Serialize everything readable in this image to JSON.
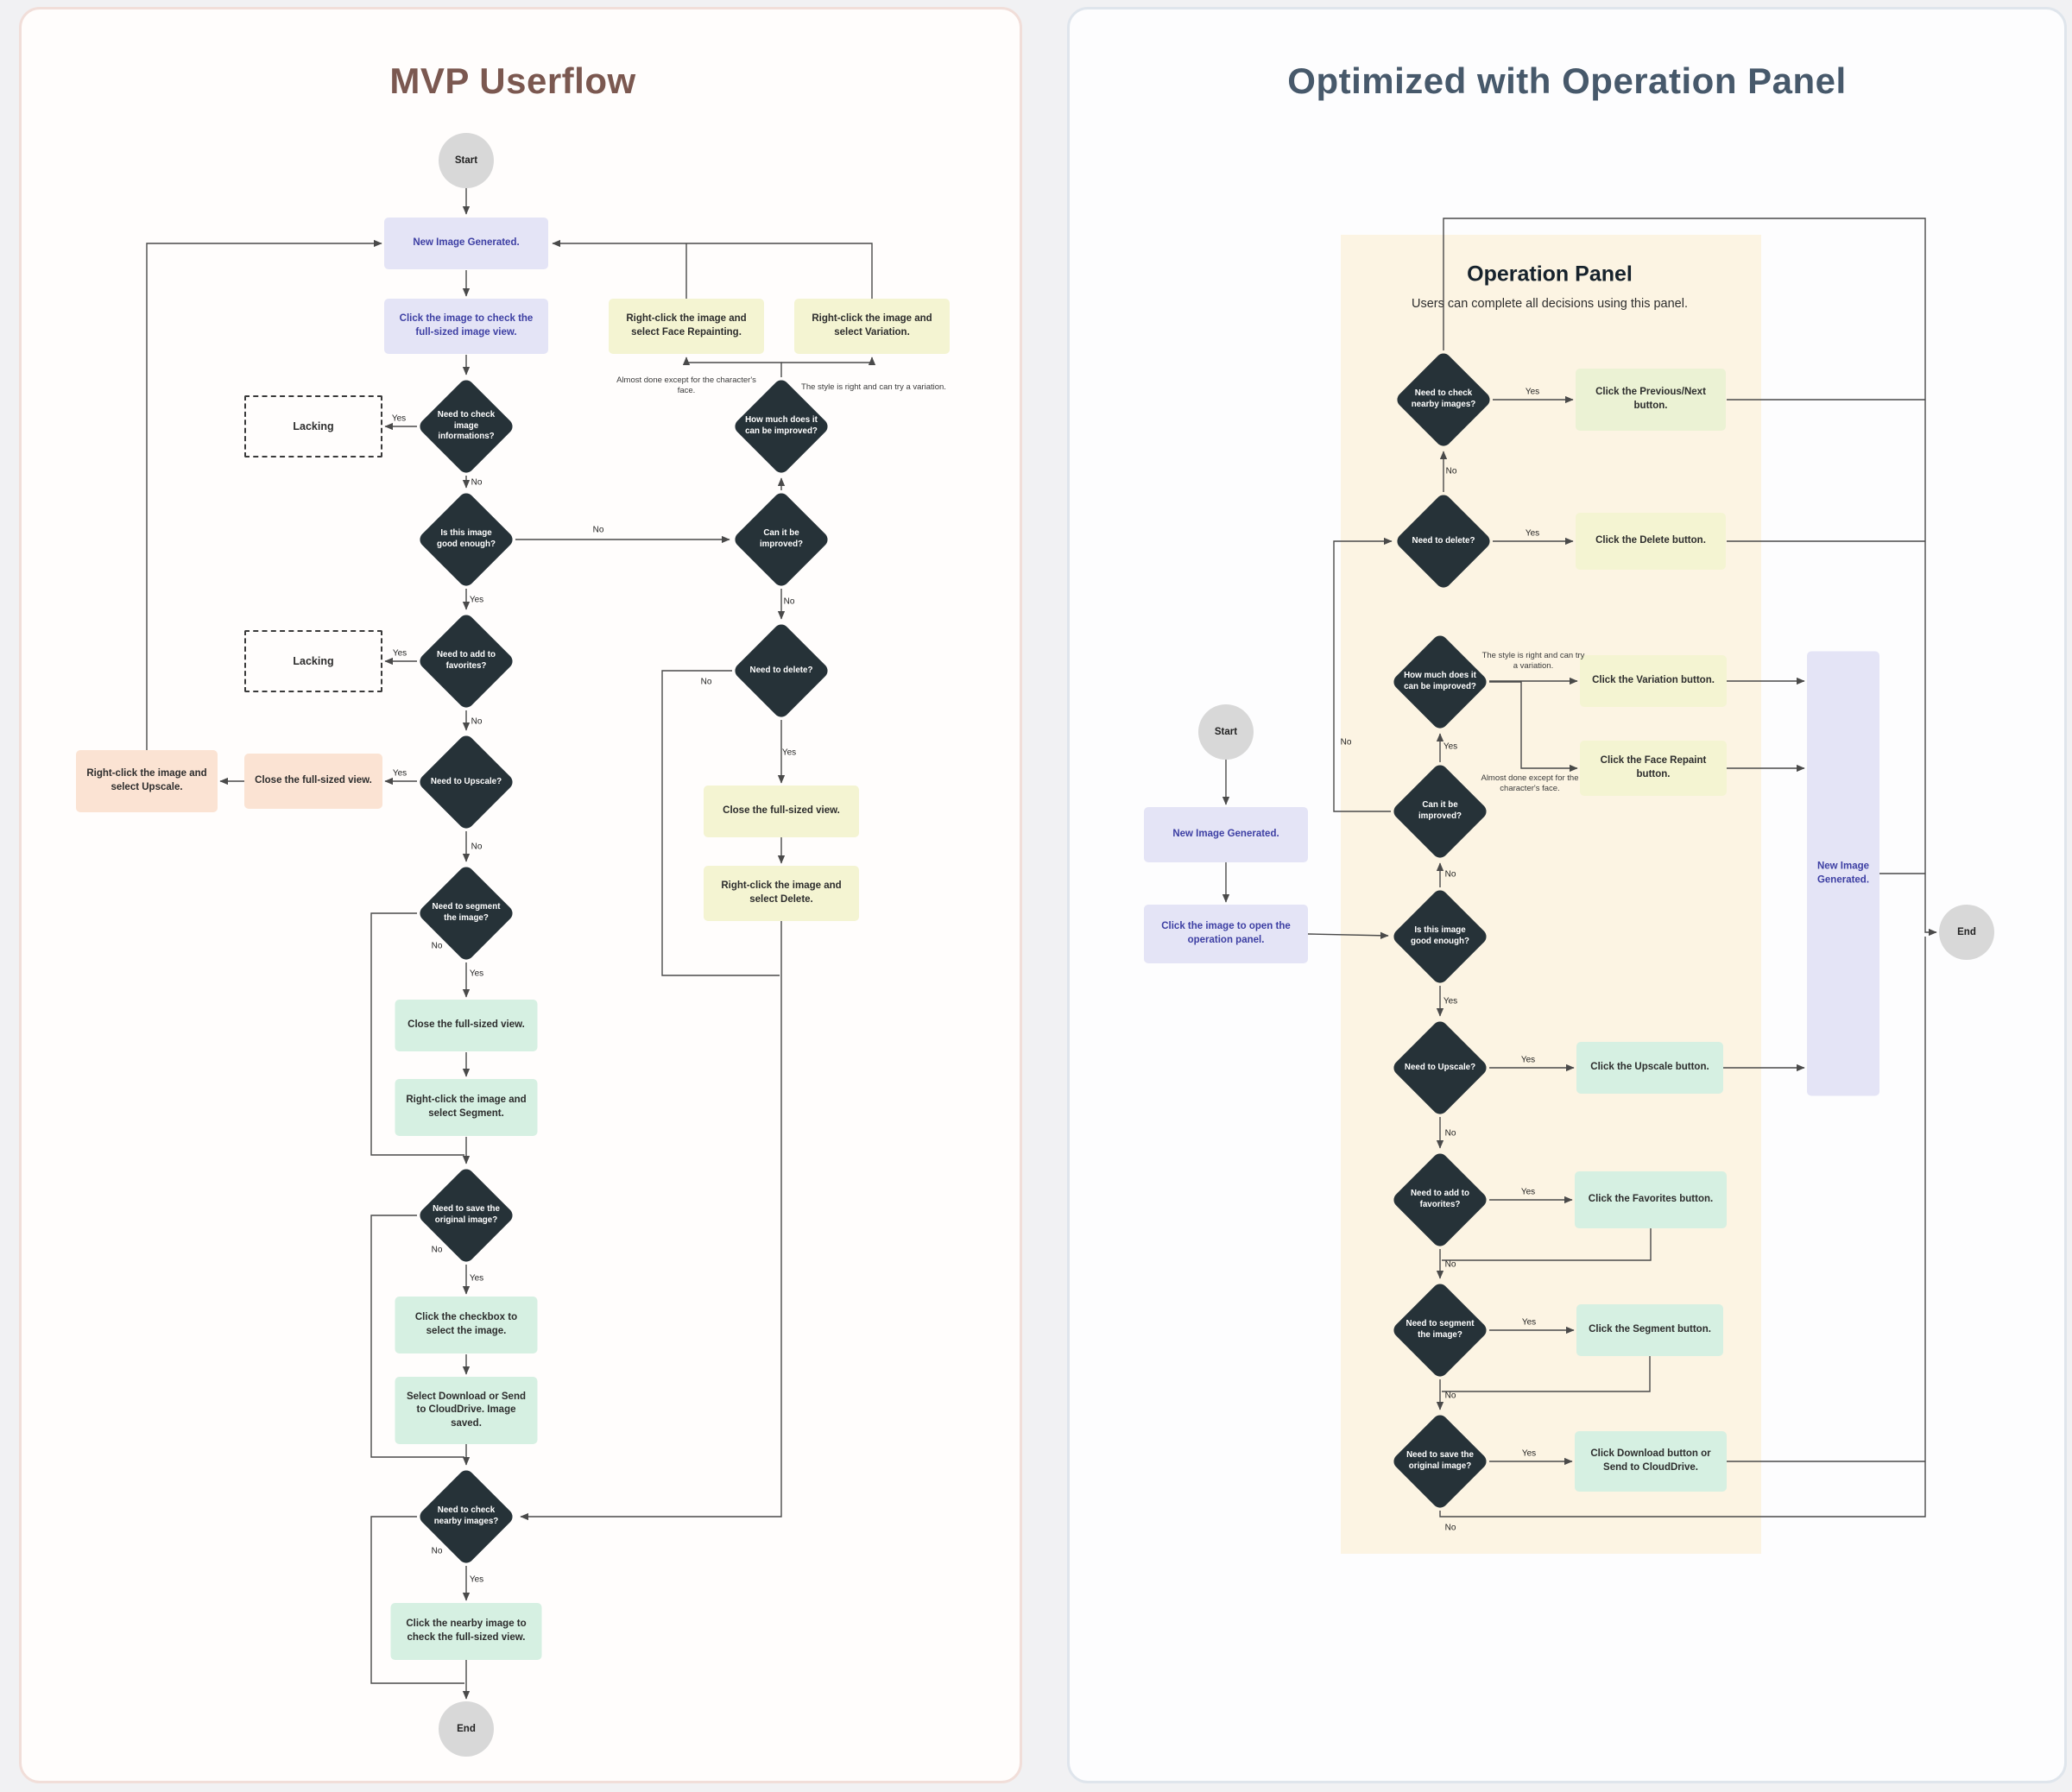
{
  "labels": {
    "yes": "Yes",
    "no": "No"
  },
  "left": {
    "title": "MVP Userflow",
    "nodes": {
      "start": "Start",
      "new_image": "New Image Generated.",
      "click_image": "Click the image to check the full-sized image view.",
      "d_info": "Need to check image informations?",
      "lacking_1": "Lacking",
      "d_good": "Is this image good enough?",
      "lacking_2": "Lacking",
      "d_fav": "Need to add to favorites?",
      "d_upscale": "Need to Upscale?",
      "close_view_upscale": "Close the full-sized view.",
      "upscale": "Right-click the image and select Upscale.",
      "d_segment": "Need to segment the image?",
      "close_view_segment": "Close the full-sized view.",
      "segment": "Right-click the image and select Segment.",
      "d_save": "Need to save the original image?",
      "select_checkbox": "Click the checkbox to select the image.",
      "download": "Select Download or Send to CloudDrive. Image saved.",
      "d_nearby": "Need to check nearby images?",
      "nearby": "Click the nearby image to check the full-sized view.",
      "end": "End",
      "face_repaint": "Right-click the image and select Face Repainting.",
      "variation": "Right-click the image and select Variation.",
      "d_howmuch": "How much does it can be improved?",
      "d_canimprove": "Can it be improved?",
      "d_delete": "Need to delete?",
      "close_view_delete": "Close the full-sized view.",
      "delete": "Right-click the image and select Delete."
    },
    "annotations": {
      "face": "Almost done except for the character's face.",
      "variation": "The style is right and can try a variation."
    }
  },
  "right": {
    "title": "Optimized with Operation Panel",
    "panel_title": "Operation Panel",
    "panel_subtitle": "Users can complete all decisions using this panel.",
    "nodes": {
      "start": "Start",
      "new_image": "New Image Generated.",
      "open_panel": "Click the image to open the operation panel.",
      "d_nearby": "Need to check nearby images?",
      "prev_next": "Click the Previous/Next button.",
      "d_delete": "Need to delete?",
      "delete": "Click the Delete button.",
      "d_howmuch": "How much does it can be improved?",
      "variation": "Click the Variation button.",
      "face_repaint": "Click the Face Repaint button.",
      "d_canimprove": "Can it be improved?",
      "d_good": "Is this image good enough?",
      "d_upscale": "Need to Upscale?",
      "upscale": "Click the Upscale button.",
      "d_fav": "Need to add to favorites?",
      "favorites": "Click the Favorites button.",
      "d_segment": "Need to segment the image?",
      "segment": "Click the Segment button.",
      "d_save": "Need to save the original image?",
      "download": "Click Download button or Send to CloudDrive.",
      "new_image_generated": "New Image Generated.",
      "end": "End"
    },
    "annotations": {
      "variation": "The style is right and can try a variation.",
      "face": "Almost done except for the character's face."
    }
  },
  "colors": {
    "left_title": "#7b5850",
    "right_title": "#47596b",
    "diamond": "#263238",
    "lavender": "#e4e4f6",
    "lavender_text": "#3d3fa3",
    "yellow": "#f4f4d2",
    "green": "#d6f0e2",
    "peach": "#fbe3d3",
    "lime": "#ebf2d4",
    "panel_bg": "#fcf4e3",
    "circle": "#d8d8d8"
  }
}
